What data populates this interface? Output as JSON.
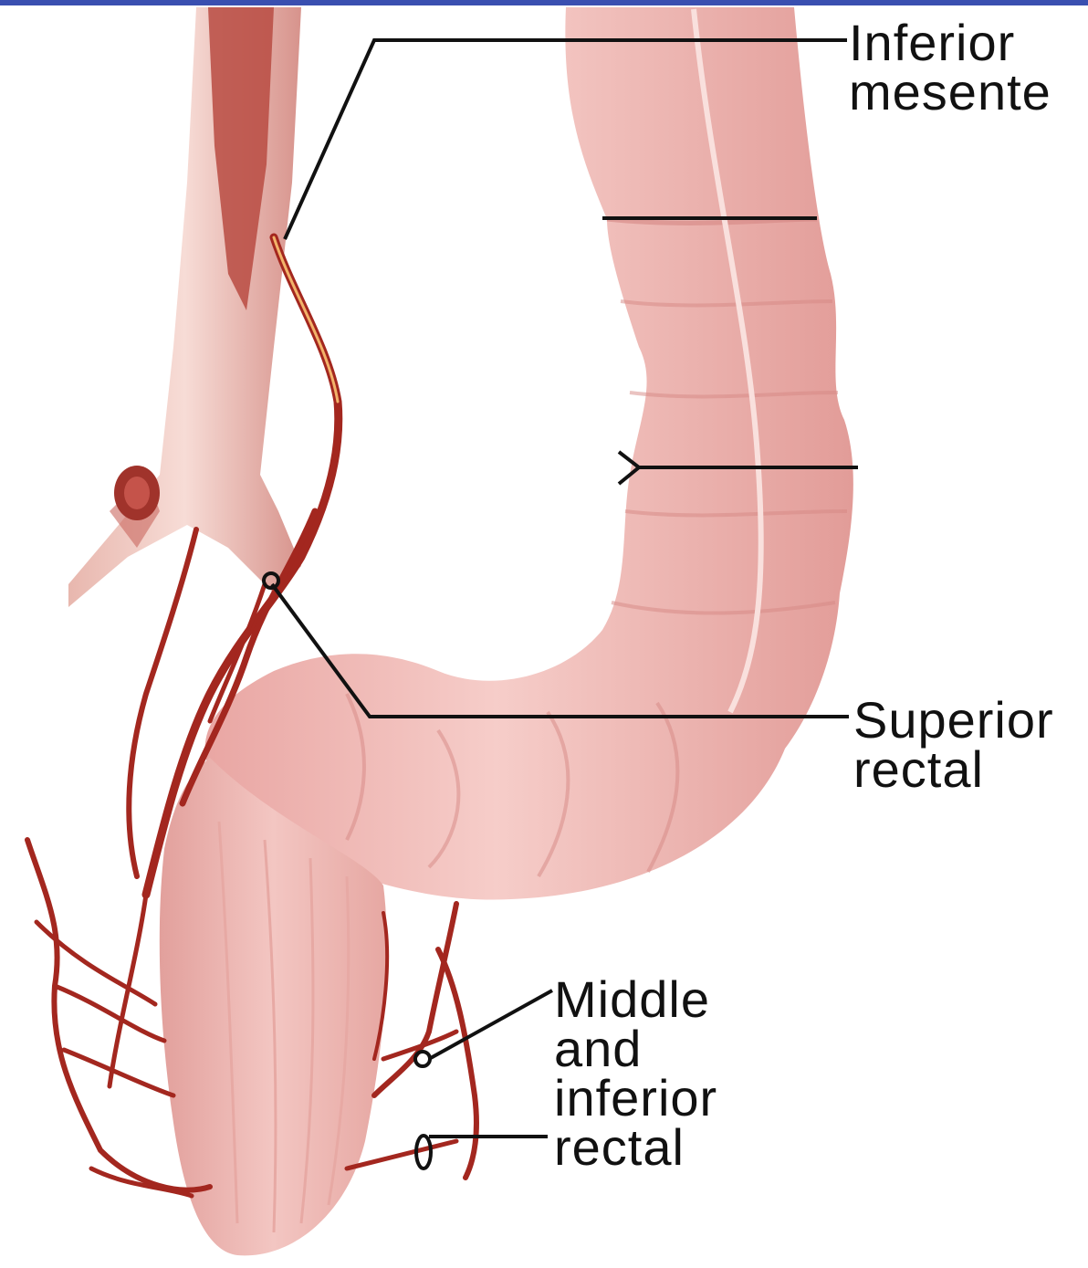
{
  "labels": {
    "inferior_mesenteric": {
      "line1": "Inferior",
      "line2": "mesente"
    },
    "superior_rectal": {
      "line1": "Superior",
      "line2": "rectal"
    },
    "middle_inferior_rectal": {
      "line1": "Middle",
      "line2": "and",
      "line3": "inferior",
      "line4": "rectal"
    }
  },
  "colors": {
    "colon": "#f1b7b3",
    "colon_shadow": "#d98c89",
    "artery": "#a3271f",
    "leader": "#111111",
    "top_border": "#3a4fb0"
  }
}
